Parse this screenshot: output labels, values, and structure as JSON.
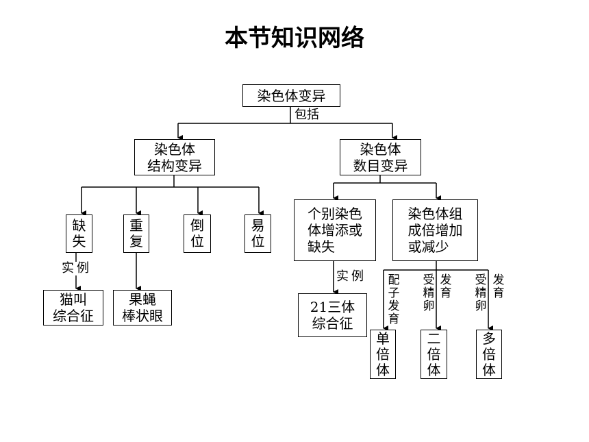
{
  "title": "本节知识网络",
  "nodes": {
    "root": "染色体变异",
    "structure": "染色体\n结构变异",
    "number": "染色体\n数目变异",
    "deletion": "缺失",
    "duplication": "重复",
    "inversion": "倒位",
    "translocation": "易位",
    "individual": "个别染色\n体增添或\n缺失",
    "set": "染色体组\n成倍增加\n或减少",
    "cat_cry": "猫叫\n综合征",
    "bar_eye": "果蝇\n棒状眼",
    "trisomy21": "21三体\n综合征",
    "haploid": "单倍体",
    "diploid": "二倍体",
    "polyploid": "多倍体"
  },
  "edge_labels": {
    "include": "包括",
    "example1": "实例",
    "example2": "实例",
    "gamete": "配子发育",
    "fert1": "受精卵",
    "dev1": "发育",
    "fert2": "受精卵",
    "dev2": "发育"
  }
}
